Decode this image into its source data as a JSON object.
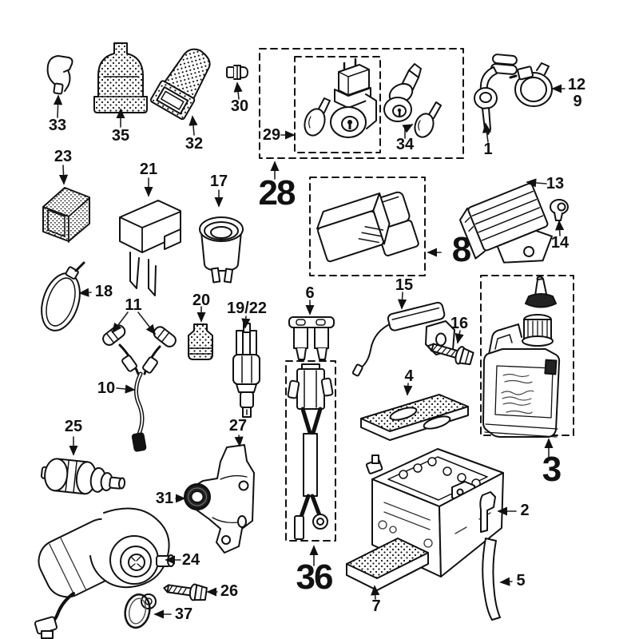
{
  "colors": {
    "ink": "#111111",
    "leader": "#333333",
    "paper": "#ffffff"
  },
  "callouts": {
    "c33": {
      "label": "33"
    },
    "c35": {
      "label": "35"
    },
    "c32": {
      "label": "32"
    },
    "c30": {
      "label": "30"
    },
    "c29": {
      "label": "29"
    },
    "c34": {
      "label": "34"
    },
    "c28": {
      "label": "28"
    },
    "c1": {
      "label": "1"
    },
    "c12": {
      "label": "12"
    },
    "c9": {
      "label": "9"
    },
    "c23": {
      "label": "23"
    },
    "c21": {
      "label": "21"
    },
    "c17": {
      "label": "17"
    },
    "c13": {
      "label": "13"
    },
    "c14": {
      "label": "14"
    },
    "c8": {
      "label": "8"
    },
    "c18": {
      "label": "18"
    },
    "c11": {
      "label": "11"
    },
    "c10": {
      "label": "10"
    },
    "c20": {
      "label": "20"
    },
    "c19_22": {
      "label": "19/22"
    },
    "c6": {
      "label": "6"
    },
    "c15": {
      "label": "15"
    },
    "c16": {
      "label": "16"
    },
    "c4": {
      "label": "4"
    },
    "c3": {
      "label": "3"
    },
    "c2": {
      "label": "2"
    },
    "c5": {
      "label": "5"
    },
    "c7": {
      "label": "7"
    },
    "c36": {
      "label": "36"
    },
    "c25": {
      "label": "25"
    },
    "c24": {
      "label": "24"
    },
    "c31": {
      "label": "31"
    },
    "c27": {
      "label": "27"
    },
    "c26": {
      "label": "26"
    },
    "c37": {
      "label": "37"
    }
  }
}
